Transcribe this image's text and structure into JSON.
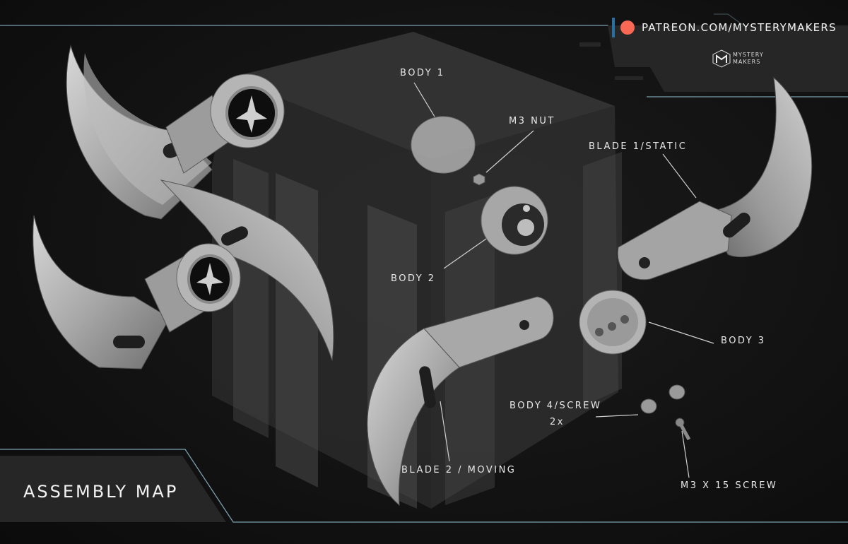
{
  "title": "ASSEMBLY MAP",
  "patreon": {
    "url": "PATREON.COM/MYSTERYMAKERS",
    "icon": "patreon-icon",
    "brand_color": "#f96854"
  },
  "logo": {
    "line1": "MYSTERY",
    "line2": "MAKERS"
  },
  "parts": {
    "body1": "BODY 1",
    "m3_nut": "M3 NUT",
    "blade1": "BLADE 1/STATIC",
    "body2": "BODY 2",
    "body3": "BODY 3",
    "body4": "BODY 4/SCREW",
    "body4_qty": "2x",
    "blade2": "BLADE 2 / MOVING",
    "m3_screw": "M3 x 15 screw"
  },
  "colors": {
    "accent_line": "#8fb8c8",
    "part_gray": "#a9a9a9",
    "background": "#141414"
  }
}
